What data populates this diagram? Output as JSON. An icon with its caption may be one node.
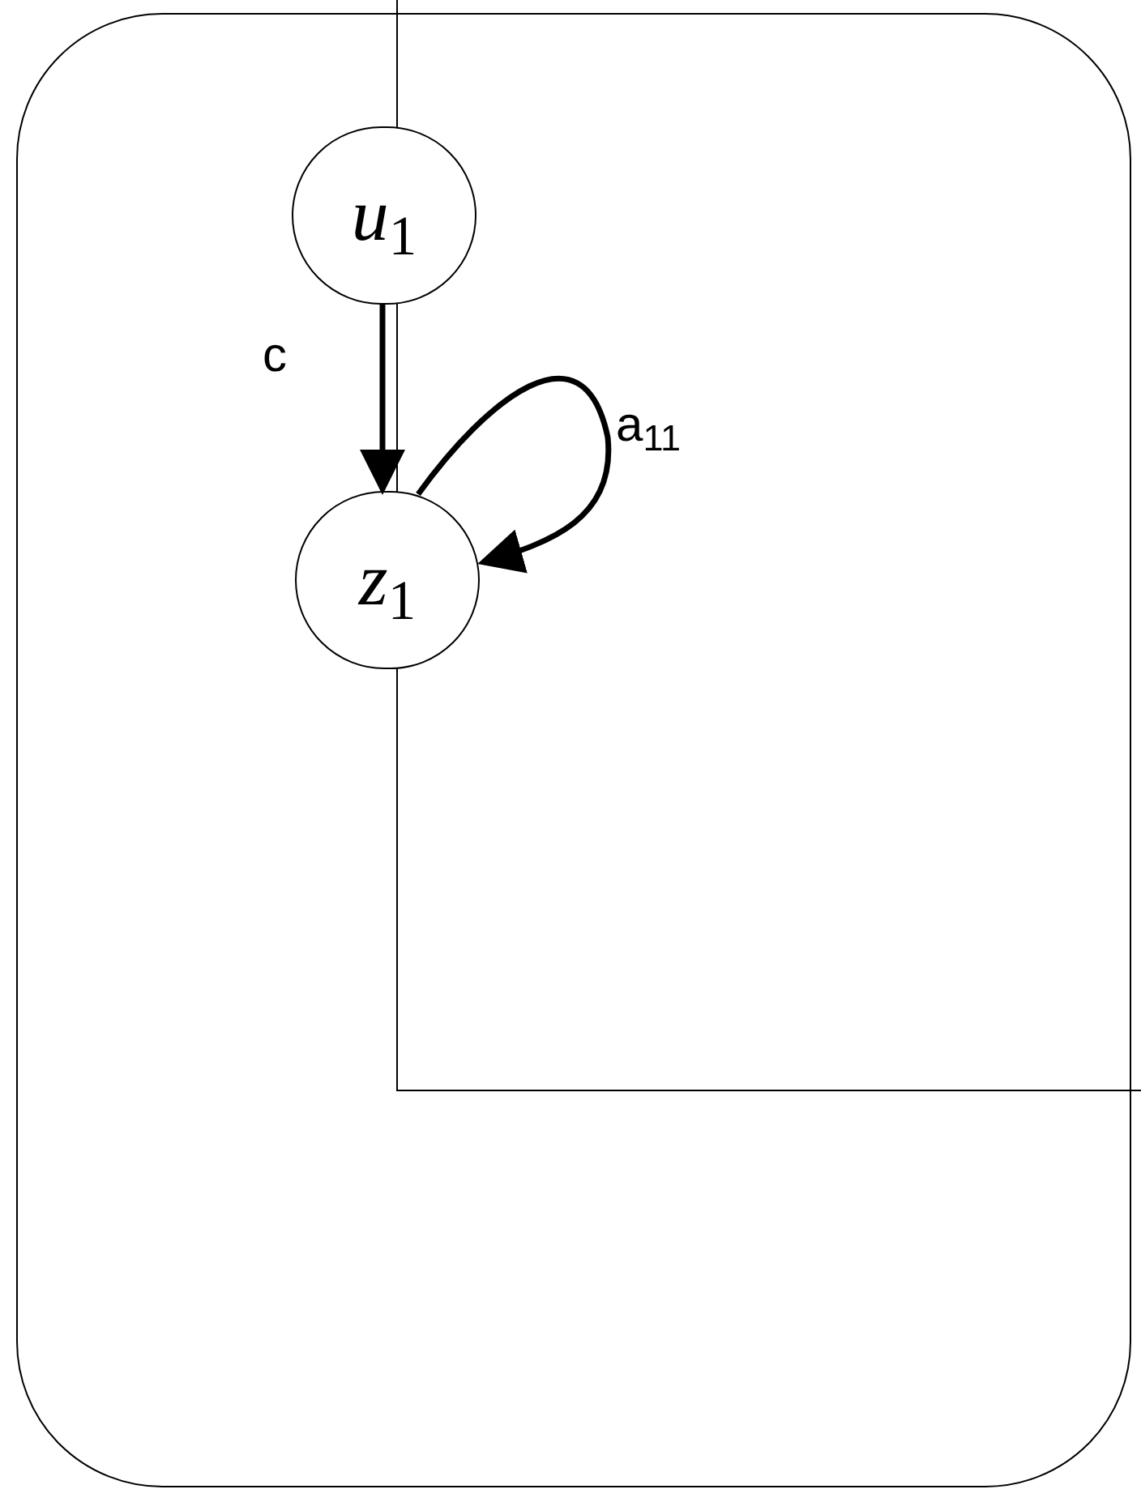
{
  "diagram": {
    "nodes": [
      {
        "text": [],
        "shape": "box"
      },
      {
        "text": [
          "*u*$_{1}$"
        ],
        "in": 0
      },
      {
        "text": [
          "*z*$_{1}$"
        ],
        "in": 0
      }
    ],
    "edges": [
      {
        "from": 1,
        "to": 2,
        "arrow": "to",
        "label": "c"
      },
      {
        "from": 2,
        "to": 2,
        "arrow": "to",
        "label": "a$_{11}$"
      }
    ]
  }
}
